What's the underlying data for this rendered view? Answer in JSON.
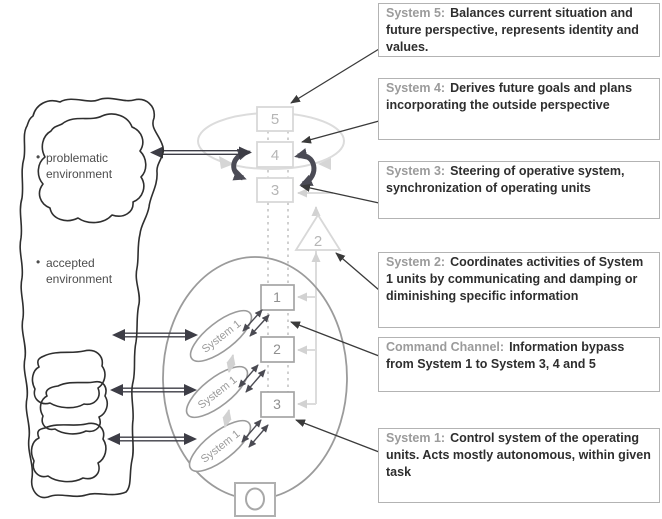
{
  "palette": {
    "dark_arrow": "#3d3d46",
    "homeostat_arrow": "#4b4b55",
    "leader_line": "#3a3a3a",
    "light_gray": "#d6d6d6",
    "mid_gray": "#9b9b9b",
    "box_border_light": "#d8d8d8",
    "box_border_mid": "#a5a5a5",
    "callout_border": "#b3b3b3",
    "callout_label": "#9b9b9b",
    "callout_text": "#2e2e2e",
    "env_outline": "#2f2f2f",
    "env_text": "#4d4d4d"
  },
  "callouts": [
    {
      "label": "System 5:",
      "text": "Balances current situation and future perspective, represents identity and values."
    },
    {
      "label": "System 4:",
      "text": "Derives future goals and plans incorporating the outside perspective"
    },
    {
      "label": "System 3:",
      "text": "Steering of operative system, synchronization of operating units"
    },
    {
      "label": "System 2:",
      "text": "Coordinates activities of System 1 units by communicating and damping or diminishing specific information"
    },
    {
      "label": "Command Channel:",
      "text": "Information bypass from System 1 to System 3, 4 and 5"
    },
    {
      "label": "System 1:",
      "text": "Control system of the operating units. Acts mostly autonomous, within given task"
    }
  ],
  "environment": {
    "bullet": "•",
    "problematic_line1": "problematic",
    "problematic_line2": "environment",
    "accepted_line1": "accepted",
    "accepted_line2": "environment"
  },
  "metasystem": {
    "box5": "5",
    "box4": "4",
    "box3": "3"
  },
  "coordination": {
    "triangle2": "2"
  },
  "operations": {
    "box1": "1",
    "box2": "2",
    "box3": "3",
    "unit_label": "System 1",
    "ops_box": "O"
  }
}
